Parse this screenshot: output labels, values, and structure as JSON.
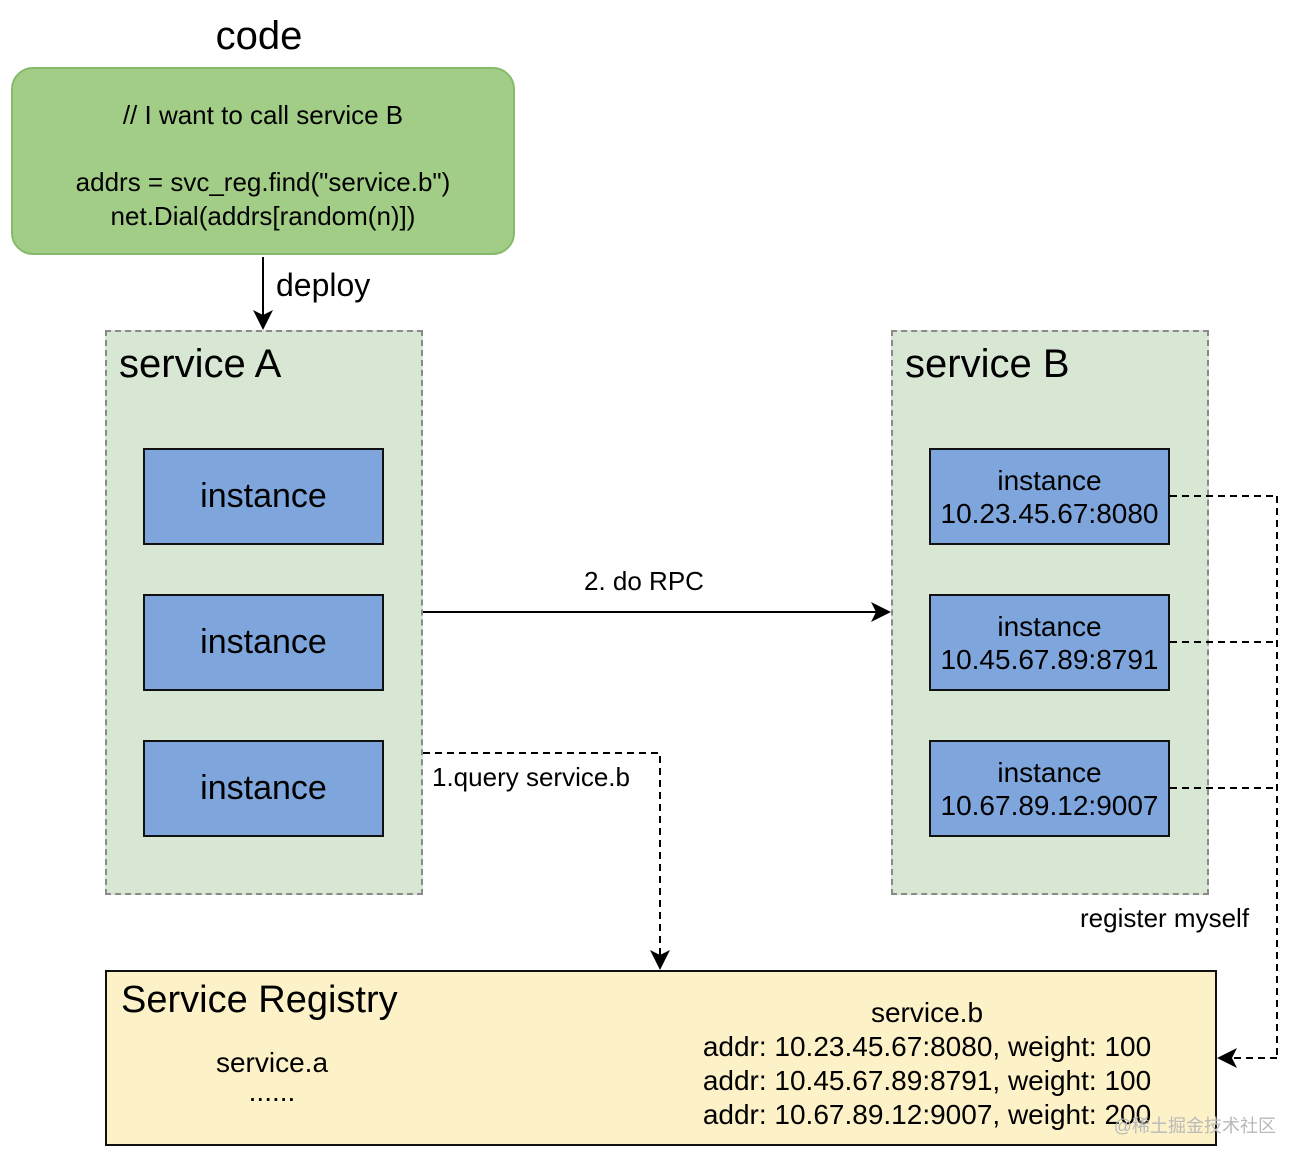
{
  "code": {
    "title": "code",
    "lines": [
      "// I want to call service B",
      "addrs = svc_reg.find(\"service.b\")",
      "net.Dial(addrs[random(n)])"
    ]
  },
  "service_a": {
    "title": "service A",
    "instances": [
      "instance",
      "instance",
      "instance"
    ]
  },
  "service_b": {
    "title": "service B",
    "instances": [
      {
        "label": "instance",
        "addr": "10.23.45.67:8080"
      },
      {
        "label": "instance",
        "addr": "10.45.67.89:8791"
      },
      {
        "label": "instance",
        "addr": "10.67.89.12:9007"
      }
    ]
  },
  "edges": {
    "deploy": "deploy",
    "do_rpc": "2. do RPC",
    "query": "1.query service.b",
    "register": "register myself"
  },
  "registry": {
    "title": "Service Registry",
    "left": [
      "service.a",
      "......"
    ],
    "right": [
      "service.b",
      "addr: 10.23.45.67:8080, weight: 100",
      "addr: 10.45.67.89:8791, weight: 100",
      "addr: 10.67.89.12:9007, weight: 200"
    ]
  },
  "watermark": "@稀土掘金技术社区"
}
